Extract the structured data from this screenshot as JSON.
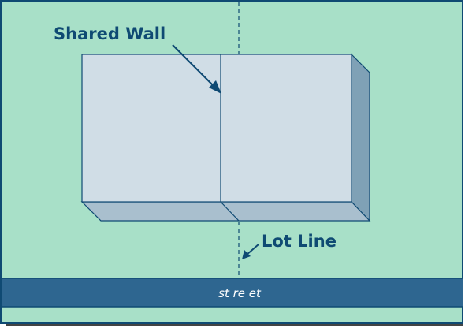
{
  "labels": {
    "shared_wall": "Shared Wall",
    "lot_line": "Lot Line",
    "street": "st re et"
  },
  "colors": {
    "ground": "#a8e0c8",
    "frame": "#0f4a73",
    "street": "#2e6690",
    "building_front": "#d0dde6",
    "building_side": "#7fa1b6",
    "building_bottom": "#a9bfce",
    "label": "#0f4a73"
  }
}
